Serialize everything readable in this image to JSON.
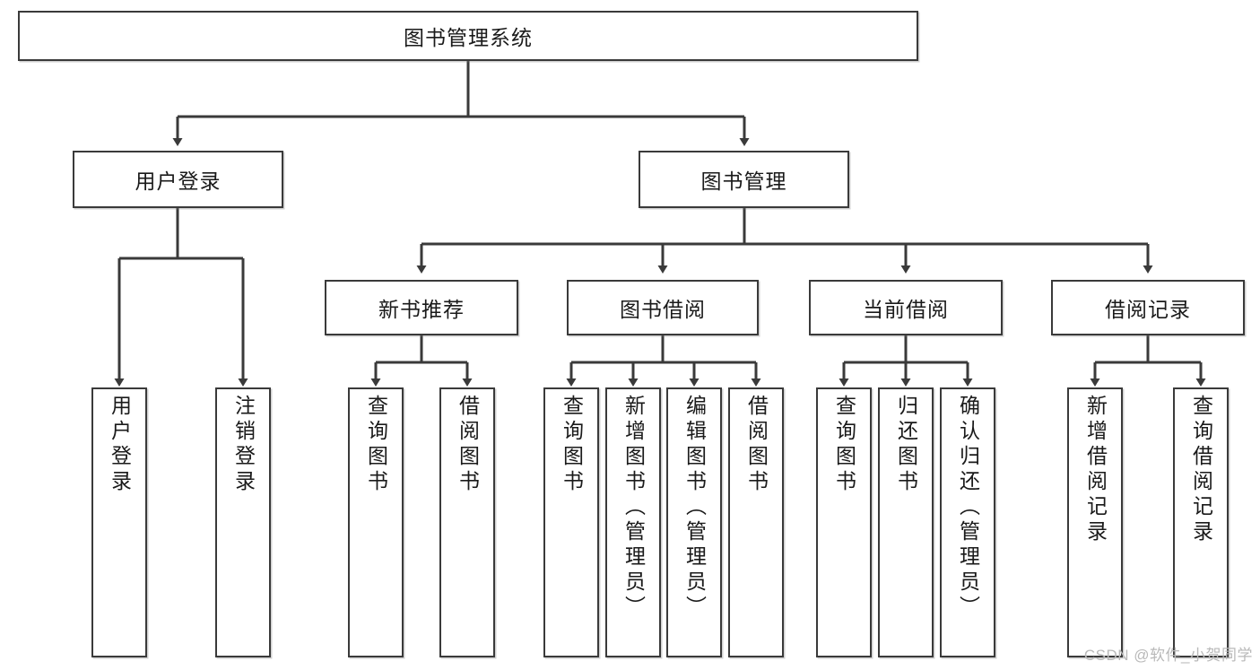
{
  "diagram": {
    "title": "图书管理系统",
    "type": "tree-hierarchy-diagram",
    "watermark": "CSDN @软件_小贺同学",
    "colors": {
      "box_border": "#3a3a3a",
      "box_fill": "#ffffff",
      "connector": "#3a3a3a",
      "text": "#1a1a1a",
      "watermark": "#b9b9b9"
    },
    "root": {
      "label": "图书管理系统"
    },
    "level2": [
      {
        "label": "用户登录"
      },
      {
        "label": "图书管理"
      }
    ],
    "level3": [
      {
        "label": "新书推荐"
      },
      {
        "label": "图书借阅"
      },
      {
        "label": "当前借阅"
      },
      {
        "label": "借阅记录"
      }
    ],
    "leaves": {
      "user_login": [
        {
          "label": "用户登录"
        },
        {
          "label": "注销登录"
        }
      ],
      "new_book_recommend": [
        {
          "label": "查询图书"
        },
        {
          "label": "借阅图书"
        }
      ],
      "book_borrow": [
        {
          "label": "查询图书"
        },
        {
          "label": "新增图书（管理员）"
        },
        {
          "label": "编辑图书（管理员）"
        },
        {
          "label": "借阅图书"
        }
      ],
      "current_borrow": [
        {
          "label": "查询图书"
        },
        {
          "label": "归还图书"
        },
        {
          "label": "确认归还（管理员）"
        }
      ],
      "borrow_records": [
        {
          "label": "新增借阅记录"
        },
        {
          "label": "查询借阅记录"
        }
      ]
    }
  }
}
